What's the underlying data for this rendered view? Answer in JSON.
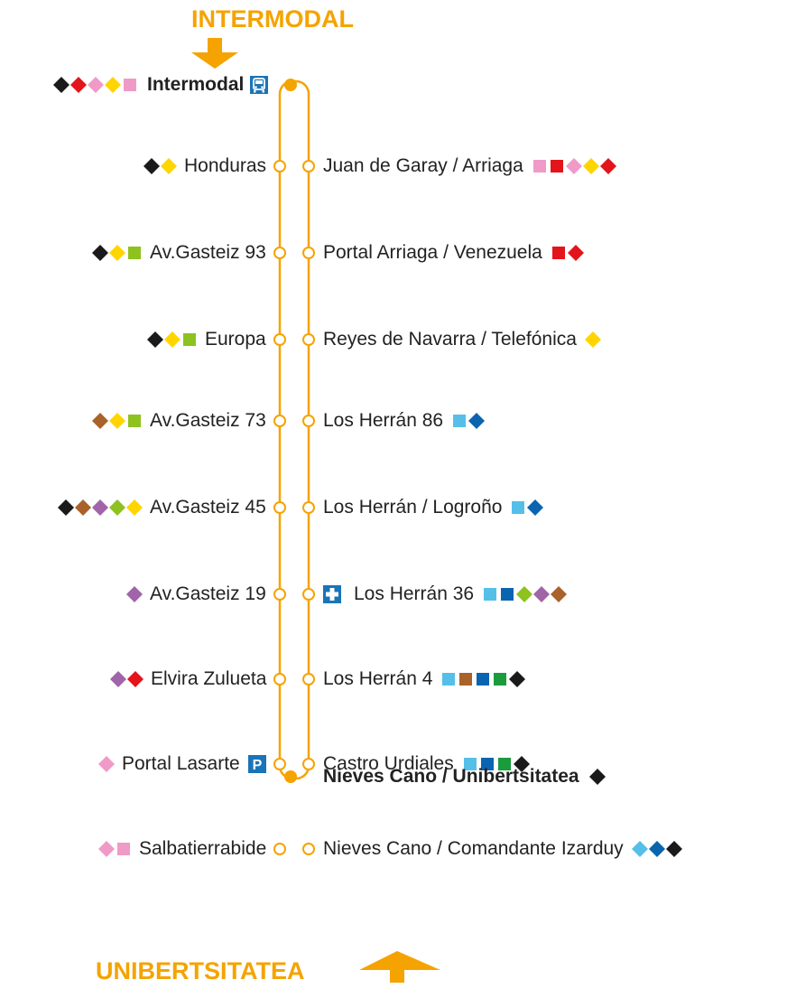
{
  "headers": {
    "top": "INTERMODAL",
    "bottom": "UNIBERTSITATEA"
  },
  "colors": {
    "line": "#f5a300",
    "black": "#1a1a1a",
    "red": "#e3141b",
    "pink": "#f09ac8",
    "yellow": "#ffd500",
    "green": "#8dc21f",
    "brown": "#a8622a",
    "purple": "#a064a8",
    "cyan": "#55bfe8",
    "blue": "#0a64b0",
    "dkgreen": "#1a9b3c",
    "icon_blue": "#1a74b8"
  },
  "stations": {
    "start": {
      "label": "Intermodal",
      "markers": [
        "d-black",
        "d-red",
        "d-pink",
        "d-yellow",
        "s-pink"
      ],
      "icon": "bus-station-icon"
    },
    "left": [
      {
        "label": "Honduras",
        "markers": [
          "d-black",
          "d-yellow"
        ]
      },
      {
        "label": "Av.Gasteiz 93",
        "markers": [
          "d-black",
          "d-yellow",
          "s-green"
        ]
      },
      {
        "label": "Europa",
        "markers": [
          "d-black",
          "d-yellow",
          "s-green"
        ]
      },
      {
        "label": "Av.Gasteiz 73",
        "markers": [
          "d-brown",
          "d-yellow",
          "s-green"
        ]
      },
      {
        "label": "Av.Gasteiz 45",
        "markers": [
          "d-black",
          "d-brown",
          "d-purple",
          "d-green",
          "d-yellow"
        ]
      },
      {
        "label": "Av.Gasteiz 19",
        "markers": [
          "d-purple"
        ]
      },
      {
        "label": "Elvira Zulueta",
        "markers": [
          "d-purple",
          "d-red"
        ]
      },
      {
        "label": "Portal Lasarte",
        "markers": [
          "d-pink"
        ],
        "icon": "parking-icon"
      },
      {
        "label": "Salbatierrabide",
        "markers": [
          "d-pink",
          "s-pink"
        ]
      }
    ],
    "right": [
      {
        "label": "Juan de Garay / Arriaga",
        "markers": [
          "s-pink",
          "s-red",
          "d-pink",
          "d-yellow",
          "d-red"
        ]
      },
      {
        "label": "Portal Arriaga / Venezuela",
        "markers": [
          "s-red",
          "d-red"
        ]
      },
      {
        "label": "Reyes de Navarra / Telefónica",
        "markers": [
          "d-yellow"
        ]
      },
      {
        "label": "Los Herrán 86",
        "markers": [
          "s-cyan",
          "d-blue"
        ]
      },
      {
        "label": "Los Herrán / Logroño",
        "markers": [
          "s-cyan",
          "d-blue"
        ]
      },
      {
        "label": "Los Herrán 36",
        "markers": [
          "s-cyan",
          "s-blue",
          "d-green",
          "d-purple",
          "d-brown"
        ],
        "icon": "hospital-icon"
      },
      {
        "label": "Los Herrán 4",
        "markers": [
          "s-cyan",
          "s-brown",
          "s-blue",
          "s-dkgreen",
          "d-black"
        ]
      },
      {
        "label": "Castro Urdiales",
        "markers": [
          "s-cyan",
          "s-blue",
          "s-dkgreen",
          "d-black"
        ]
      },
      {
        "label": "Nieves Cano / Comandante Izarduy",
        "markers": [
          "d-cyan",
          "d-blue",
          "d-black"
        ]
      }
    ],
    "end": {
      "label": "Nieves Cano / Unibertsitatea",
      "markers": [
        "d-black"
      ]
    }
  }
}
